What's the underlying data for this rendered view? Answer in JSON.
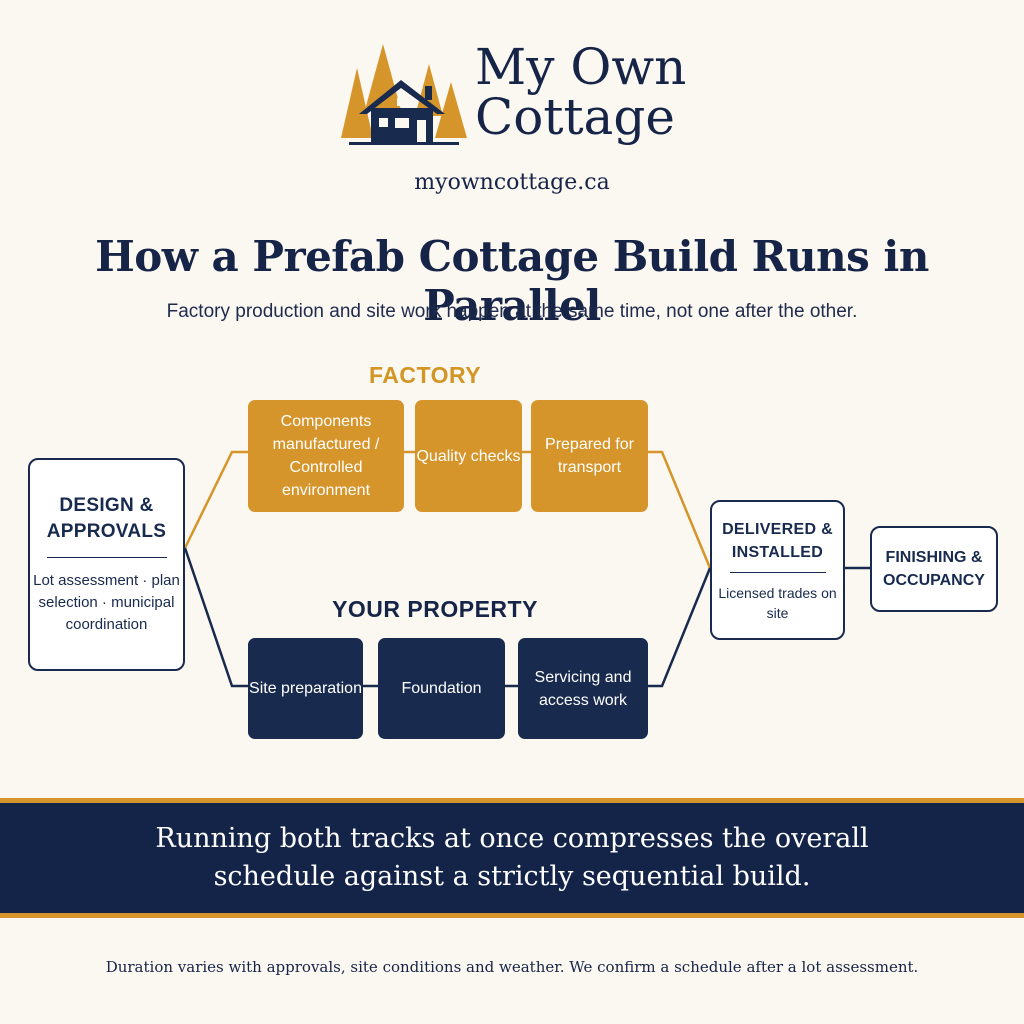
{
  "brand": {
    "name_line1": "My Own",
    "name_line2": "Cottage",
    "url": "myowncottage.ca"
  },
  "headline": {
    "title": "How a Prefab Cottage Build Runs in Parallel",
    "subtitle": "Factory production and site work happen at the same time, not one after the other."
  },
  "tracks": {
    "factory_label": "FACTORY",
    "property_label": "YOUR PROPERTY",
    "factory_steps": [
      "Components manufactured / Controlled environment",
      "Quality checks",
      "Prepared for transport"
    ],
    "property_steps": [
      "Site preparation",
      "Foundation",
      "Servicing and access work"
    ]
  },
  "start": {
    "title": "DESIGN & APPROVALS",
    "detail": "Lot assessment · plan selection · municipal coordination"
  },
  "merge": {
    "title": "DELIVERED & INSTALLED",
    "detail": "Licensed trades on site"
  },
  "finish": {
    "title": "FINISHING & OCCUPANCY"
  },
  "banner": {
    "text": "Running both tracks at once compresses the overall schedule against a strictly sequential build."
  },
  "footnote": "Duration varies with approvals, site conditions and weather. We confirm a schedule after a lot assessment.",
  "colors": {
    "navy": "#182a4e",
    "gold": "#d6952a",
    "background": "#fbf7f1"
  },
  "icons": {
    "logo": "cottage-with-pine-trees-icon"
  }
}
